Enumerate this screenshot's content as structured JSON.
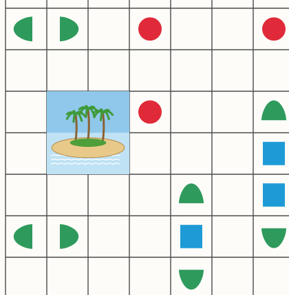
{
  "board": {
    "rows": 7,
    "cols": 7,
    "colors": {
      "background": "#fdfcf8",
      "grid_line": "#4a4a4a",
      "green": "#2e9a5c",
      "red": "#e02a3a",
      "blue": "#1e9bd6"
    },
    "island": {
      "name": "island-tile",
      "row": 2,
      "col": 1,
      "row_span": 2,
      "col_span": 2
    },
    "pieces": [
      {
        "name": "green-half-left-piece",
        "kind": "half-left",
        "color": "green",
        "row": 0,
        "col": 0
      },
      {
        "name": "green-half-right-piece",
        "kind": "half-right",
        "color": "green",
        "row": 0,
        "col": 1
      },
      {
        "name": "red-circle-piece",
        "kind": "circle",
        "color": "red",
        "row": 0,
        "col": 3
      },
      {
        "name": "red-circle-piece",
        "kind": "circle",
        "color": "red",
        "row": 0,
        "col": 6
      },
      {
        "name": "red-circle-piece",
        "kind": "circle",
        "color": "red",
        "row": 2,
        "col": 3
      },
      {
        "name": "green-half-top-piece",
        "kind": "half-top",
        "color": "green",
        "row": 2,
        "col": 6
      },
      {
        "name": "blue-square-piece",
        "kind": "square",
        "color": "blue",
        "row": 3,
        "col": 6
      },
      {
        "name": "green-half-top-piece",
        "kind": "half-top",
        "color": "green",
        "row": 4,
        "col": 4
      },
      {
        "name": "blue-square-piece",
        "kind": "square",
        "color": "blue",
        "row": 4,
        "col": 6
      },
      {
        "name": "green-half-left-piece",
        "kind": "half-left",
        "color": "green",
        "row": 5,
        "col": 0
      },
      {
        "name": "green-half-right-piece",
        "kind": "half-right",
        "color": "green",
        "row": 5,
        "col": 1
      },
      {
        "name": "blue-square-piece",
        "kind": "square",
        "color": "blue",
        "row": 5,
        "col": 4
      },
      {
        "name": "green-half-bottom-piece",
        "kind": "half-bottom",
        "color": "green",
        "row": 5,
        "col": 6
      },
      {
        "name": "green-half-bottom-piece",
        "kind": "half-bottom",
        "color": "green",
        "row": 6,
        "col": 4
      }
    ]
  }
}
